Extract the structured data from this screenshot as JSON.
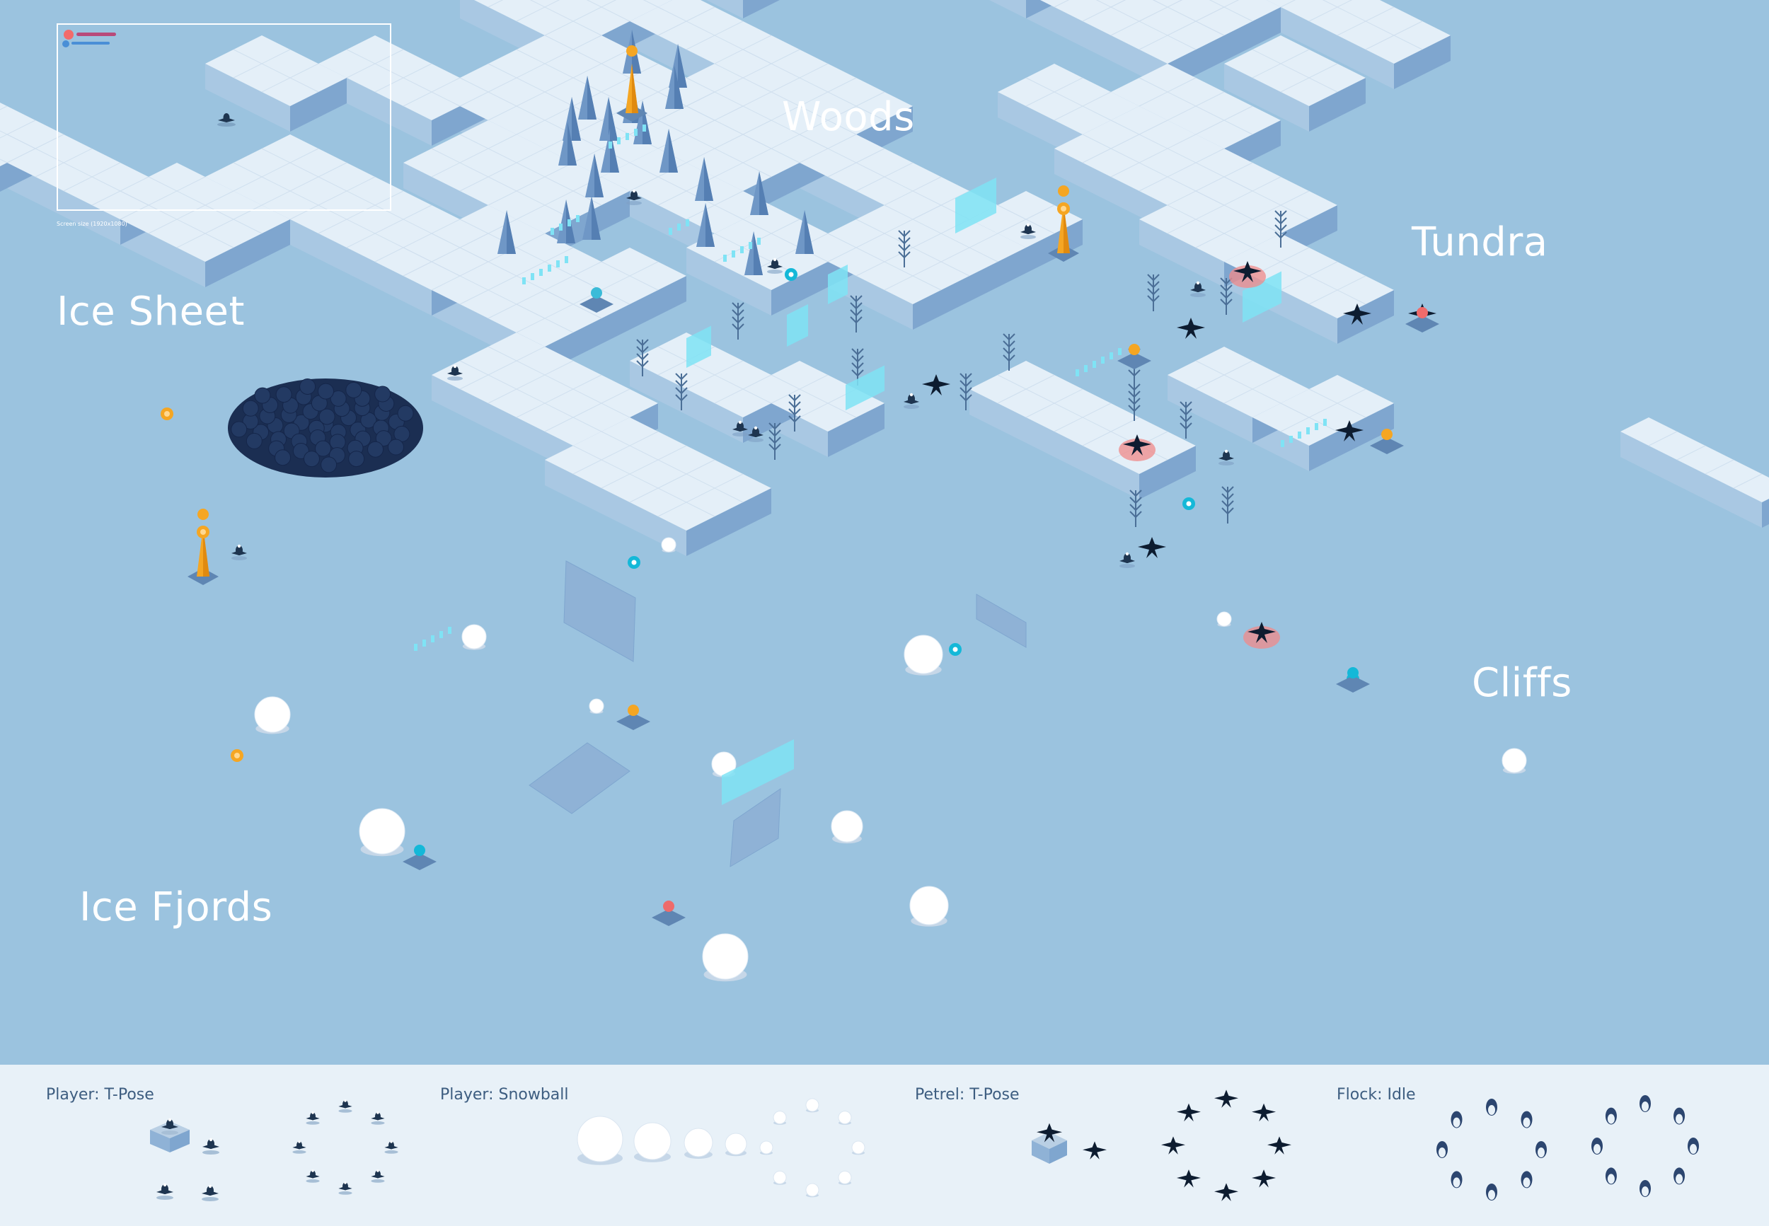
{
  "regions": {
    "woods": "Woods",
    "tundra": "Tundra",
    "ice_sheet": "Ice Sheet",
    "cliffs": "Cliffs",
    "ice_fjords": "Ice Fjords"
  },
  "minimap": {
    "caption": "Screen size (1920x1080)"
  },
  "legend": {
    "player_tpose": "Player: T-Pose",
    "player_snowball": "Player: Snowball",
    "petrel_tpose": "Petrel: T-Pose",
    "flock_idle": "Flock: Idle"
  },
  "colors": {
    "background": "#9bc3df",
    "tile_top": "#e4eff8",
    "tile_left": "#a9c8e3",
    "tile_right": "#7fa6cf",
    "ice_wall": "#7fe3f5",
    "beacon": "#f5a623",
    "player": "#1e3550",
    "petrel": "#0d1c30",
    "danger": "#f08a8a",
    "checkpoint": "#14b8d8"
  },
  "icons": [
    "tree-icon",
    "bare-tree-icon",
    "snowball-icon",
    "penguin-icon",
    "petrel-icon",
    "coin-icon",
    "beacon-icon",
    "checkpoint-icon",
    "danger-marker-icon",
    "flock-icon"
  ]
}
